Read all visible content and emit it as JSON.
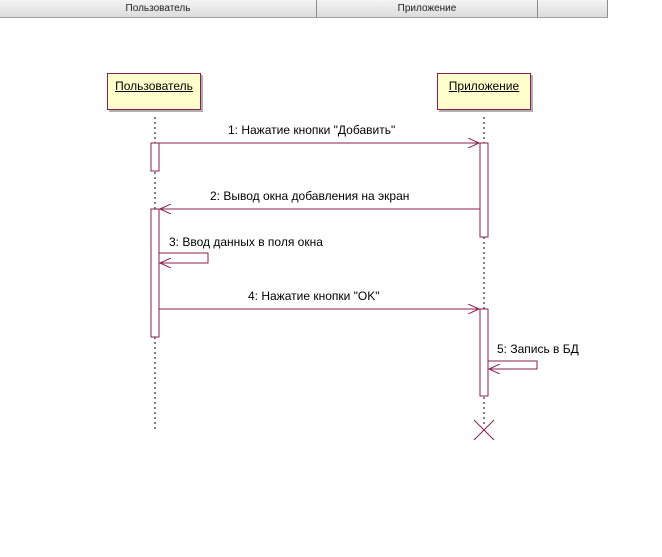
{
  "header": {
    "columns": [
      "Пользователь",
      "Приложение"
    ]
  },
  "lifelines": {
    "user": "Пользователь",
    "app": "Приложение"
  },
  "messages": {
    "m1": "1: Нажатие кнопки \"Добавить\"",
    "m2": "2: Вывод окна добавления на экран",
    "m3": "3: Ввод данных в поля окна",
    "m4": "4: Нажатие кнопки \"OK\"",
    "m5": "5: Запись в БД"
  },
  "colors": {
    "line": "#8a1f4e",
    "actor_fill": "#ffffcc",
    "header_bg": "#e6e6e6"
  }
}
